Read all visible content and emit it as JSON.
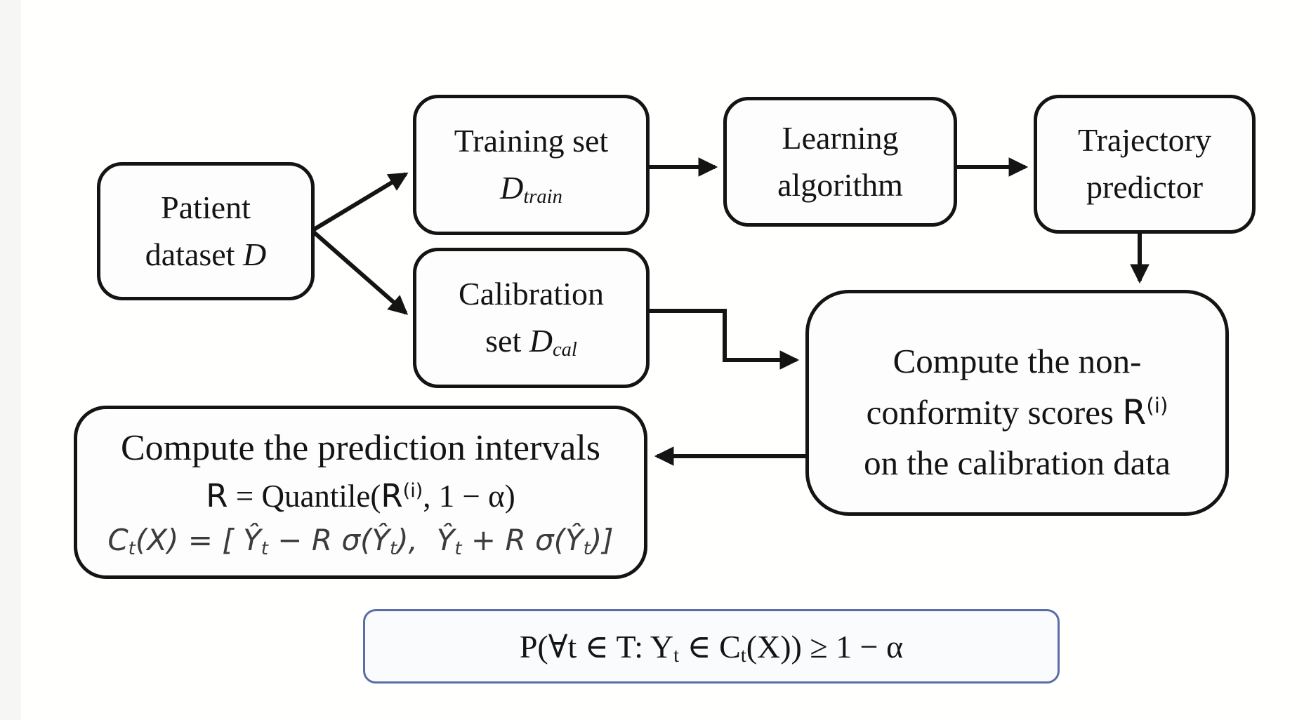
{
  "colors": {
    "background": "#fffffe",
    "node_border": "#141414",
    "node_fill": "#fdfdfd",
    "arrow": "#141414",
    "guarantee_border": "#5b6da8",
    "guarantee_fill": "#fafbfd",
    "math_gray": "#3c3c3c",
    "text": "#141414"
  },
  "nodes": {
    "patient": {
      "line1": "Patient",
      "line2": "dataset <i>D</i>"
    },
    "training": {
      "line1": "Training set",
      "line2": "<i>D<sub>train</sub></i>"
    },
    "learning": {
      "line1": "Learning",
      "line2": "algorithm"
    },
    "trajectory": {
      "line1": "Trajectory",
      "line2": "predictor"
    },
    "calibration": {
      "line1": "Calibration",
      "line2": "set <i>D<sub>cal</sub></i>"
    },
    "nonconformity": {
      "line1": "Compute the non-",
      "line2": "conformity scores <span class=\"sf\">R<sup>(i)</sup></span>",
      "line3": "on the calibration data"
    },
    "intervals": {
      "title": "Compute the prediction intervals",
      "formula_quantile": "<span class=\"sf\">R</span> = Quantile(<span class=\"sf\">R<sup>(i)</sup></span>, 1 − α)",
      "formula_interval": "C<sub>t</sub>(X) = [ Ŷ<sub>t</sub> − R σ(Ŷ<sub>t</sub>),  Ŷ<sub>t</sub> + R σ(Ŷ<sub>t</sub>)]"
    },
    "guarantee": {
      "formula": "P(∀t ∈ T: Y<sub>t</sub> ∈ C<sub>t</sub>(X)) ≥ 1 − α"
    }
  }
}
